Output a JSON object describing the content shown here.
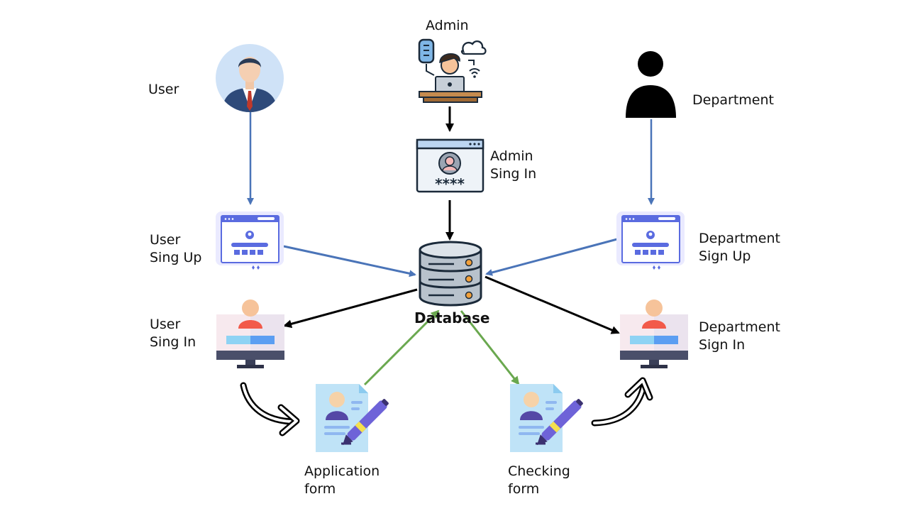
{
  "labels": {
    "user": "User",
    "admin": "Admin",
    "department": "Department",
    "admin_sign_in": [
      "Admin",
      "Sing In"
    ],
    "user_sign_up": [
      "User",
      "Sing Up"
    ],
    "user_sign_in": [
      "User",
      "Sing In"
    ],
    "department_sign_up": [
      "Department",
      "Sign Up"
    ],
    "department_sign_in": [
      "Department",
      "Sign In"
    ],
    "database": "Database",
    "application_form": [
      "Application",
      "form"
    ],
    "checking_form": [
      "Checking",
      "form"
    ]
  },
  "password_mask": "****",
  "colors": {
    "blue_arrow": "#4a74b8",
    "black_arrow": "#000000",
    "green_arrow": "#6aa84f"
  }
}
